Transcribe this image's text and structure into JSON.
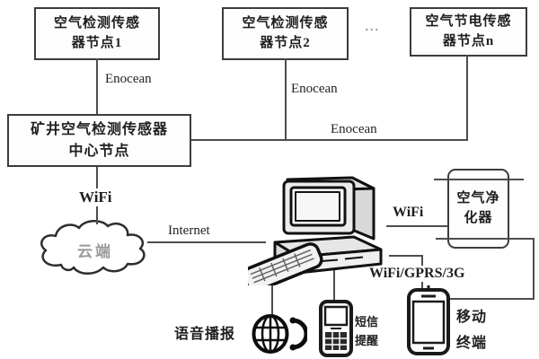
{
  "colors": {
    "line": "#4d4d4d",
    "border": "#3c3c3c",
    "text": "#1f1f1f",
    "muted": "#9a9a9a",
    "background": "#ffffff"
  },
  "nodes": {
    "sensor1": "空气检测传感\n器节点1",
    "sensor2": "空气检测传感\n器节点2",
    "sensorN": "空气节电传感\n器节点n",
    "ellipsis": "...",
    "central": "矿井空气检测传感器\n中心节点",
    "purifier": "空气净\n化器",
    "cloud": "云端"
  },
  "links": {
    "enocean1": "Enocean",
    "enocean2": "Enocean",
    "enocean_bus": "Enocean",
    "wifi_cloud": "WiFi",
    "internet": "Internet",
    "wifi_purifier": "WiFi",
    "wifi_gprs_3g": "WiFi/GPRS/3G"
  },
  "endpoints": {
    "voice_broadcast": "语音播报",
    "sms_alert": "短信\n提醒",
    "mobile_terminal": "移动\n终端"
  },
  "icons": {
    "computer": "desktop-pc-icon",
    "voice": "globe-handset-icon",
    "sms_phone": "feature-phone-icon",
    "smartphone": "smartphone-icon",
    "cloud": "cloud-shape"
  }
}
